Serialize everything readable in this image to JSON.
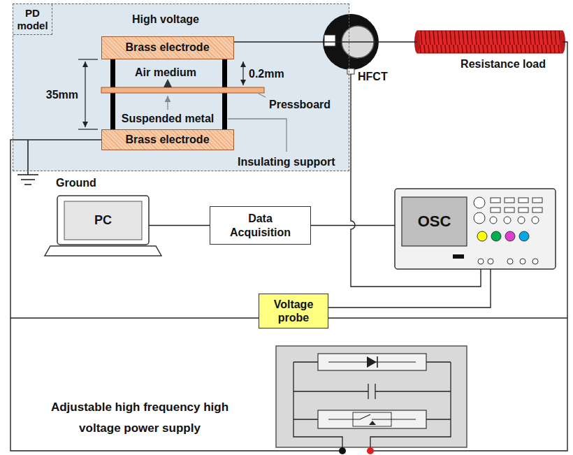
{
  "diagram": {
    "nodes": [
      {
        "text": [
          "PD model"
        ]
      },
      {
        "text": [
          "Brass electrode"
        ],
        "in": 0
      },
      {
        "text": [
          "Brass electrode"
        ],
        "in": 0
      },
      {
        "text": [
          "PC"
        ]
      },
      {
        "text": [
          "Data Acquisition"
        ]
      },
      {
        "text": [
          "OSC"
        ]
      },
      {
        "text": [
          "Voltage probe"
        ]
      }
    ],
    "edges": [
      {
        "from": 3,
        "to": 4,
        "arrow": "none"
      },
      {
        "from": 4,
        "to": 5,
        "arrow": "none"
      }
    ],
    "labels": [
      "High voltage",
      "Air medium",
      "0.2mm",
      "35mm",
      "Suspended metal",
      "Pressboard",
      "Insulating support",
      "HFCT",
      "Resistance load",
      "Ground",
      "Adjustable high frequency high voltage power supply"
    ]
  }
}
